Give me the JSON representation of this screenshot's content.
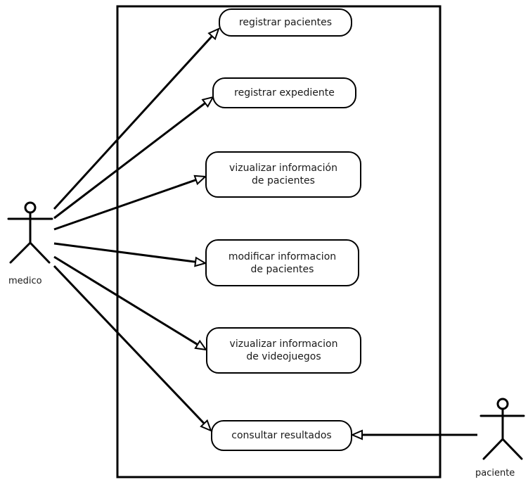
{
  "diagram": {
    "type": "uml-use-case",
    "actors": {
      "medico": {
        "label": "medico"
      },
      "paciente": {
        "label": "paciente"
      }
    },
    "use_cases": {
      "registrar_pacientes": {
        "line1": "registrar pacientes",
        "line2": ""
      },
      "registrar_expediente": {
        "line1": "registrar expediente",
        "line2": ""
      },
      "vizualizar_informacion_pacientes": {
        "line1": "vizualizar información",
        "line2": "de pacientes"
      },
      "modificar_informacion_pacientes": {
        "line1": "modificar informacion",
        "line2": "de pacientes"
      },
      "vizualizar_informacion_videojuegos": {
        "line1": "vizualizar informacion",
        "line2": "de videojuegos"
      },
      "consultar_resultados": {
        "line1": "consultar resultados",
        "line2": ""
      }
    },
    "associations": [
      {
        "from": "medico",
        "to": "registrar_pacientes"
      },
      {
        "from": "medico",
        "to": "registrar_expediente"
      },
      {
        "from": "medico",
        "to": "vizualizar_informacion_pacientes"
      },
      {
        "from": "medico",
        "to": "modificar_informacion_pacientes"
      },
      {
        "from": "medico",
        "to": "vizualizar_informacion_videojuegos"
      },
      {
        "from": "medico",
        "to": "consultar_resultados"
      },
      {
        "from": "paciente",
        "to": "consultar_resultados"
      }
    ],
    "colors": {
      "stroke": "#000000",
      "text": "#1a1a1a",
      "background": "#ffffff"
    }
  }
}
